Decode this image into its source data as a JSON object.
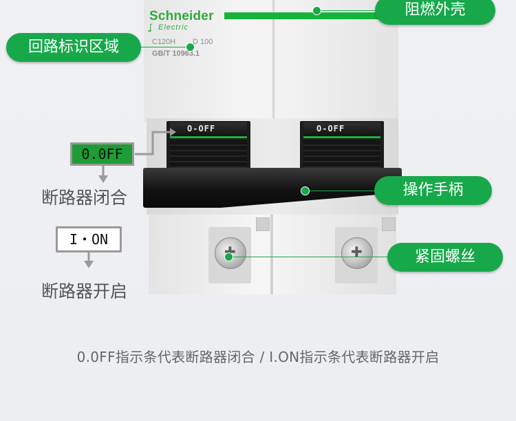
{
  "product": {
    "brand": "Schneider",
    "brand_sub": "Electric",
    "model": "C120H",
    "rating": "D 100",
    "standard": "GB/T 10963.1",
    "toggle_label": "O-OFF"
  },
  "callouts": {
    "shell": "阻燃外壳",
    "circuit_area": "回路标识区域",
    "handle": "操作手柄",
    "screw": "紧固螺丝"
  },
  "legend": {
    "off_indicator": "0.0FF",
    "off_meaning": "断路器闭合",
    "on_indicator": "I・ON",
    "on_meaning": "断路器开启"
  },
  "caption": "0.0FF指示条代表断路器闭合   /   I.ON指示条代表断路器开启",
  "colors": {
    "accent_green": "#17a84a",
    "brand_green": "#2faa3c",
    "handle_black": "#121212"
  }
}
